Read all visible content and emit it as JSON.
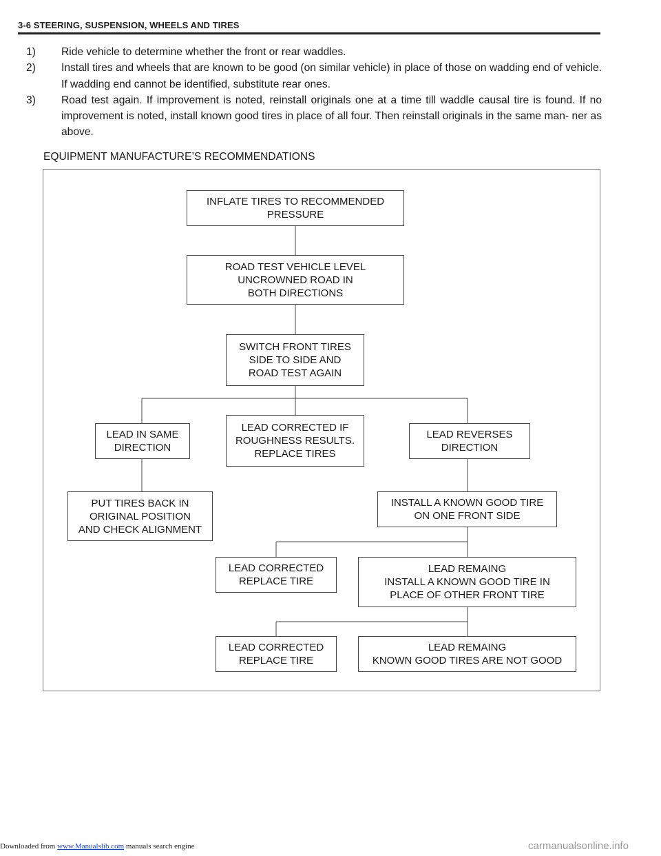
{
  "header": {
    "title": "3-6 STEERING, SUSPENSION, WHEELS AND TIRES"
  },
  "steps": [
    {
      "num": "1)",
      "text": "Ride vehicle to determine whether the front or rear waddles."
    },
    {
      "num": "2)",
      "text": "Install tires and wheels that are known to be good (on similar vehicle) in place of those on wadding end of vehicle. If wadding end cannot be identified, substitute rear ones."
    },
    {
      "num": "3)",
      "text": "Road test again. If improvement is noted, reinstall originals one at a time till waddle causal tire is found. If no improvement is noted, install known good tires in place of all four. Then reinstall originals in the same man- ner as above."
    }
  ],
  "section_title": "EQUIPMENT MANUFACTURE’S RECOMMENDATIONS",
  "flow": {
    "inflate": "INFLATE TIRES TO RECOMMENDED\nPRESSURE",
    "road_test": "ROAD TEST VEHICLE LEVEL\nUNCROWNED ROAD IN\nBOTH DIRECTIONS",
    "switch_front": "SWITCH FRONT TIRES\nSIDE TO SIDE AND\nROAD TEST AGAIN",
    "lead_same": "LEAD IN SAME\nDIRECTION",
    "lead_corrected_roughness": "LEAD CORRECTED IF\nROUGHNESS RESULTS.\nREPLACE TIRES",
    "lead_reverses": "LEAD REVERSES\nDIRECTION",
    "put_back": "PUT TIRES BACK IN\nORIGINAL POSITION\nAND CHECK ALIGNMENT",
    "install_known": "INSTALL A KNOWN GOOD TIRE\nON ONE FRONT SIDE",
    "lead_corrected_1": "LEAD CORRECTED\nREPLACE TIRE",
    "lead_remaining_1": "LEAD REMAING\nINSTALL A KNOWN GOOD TIRE IN\nPLACE OF OTHER FRONT TIRE",
    "lead_corrected_2": "LEAD CORRECTED\nREPLACE TIRE",
    "lead_remaining_2": "LEAD REMAING\nKNOWN GOOD TIRES ARE NOT GOOD"
  },
  "footer": {
    "prefix": "Downloaded from",
    "link": "www.Manualslib.com",
    "suffix": "manuals search engine",
    "watermark": "carmanualsonline.info"
  }
}
